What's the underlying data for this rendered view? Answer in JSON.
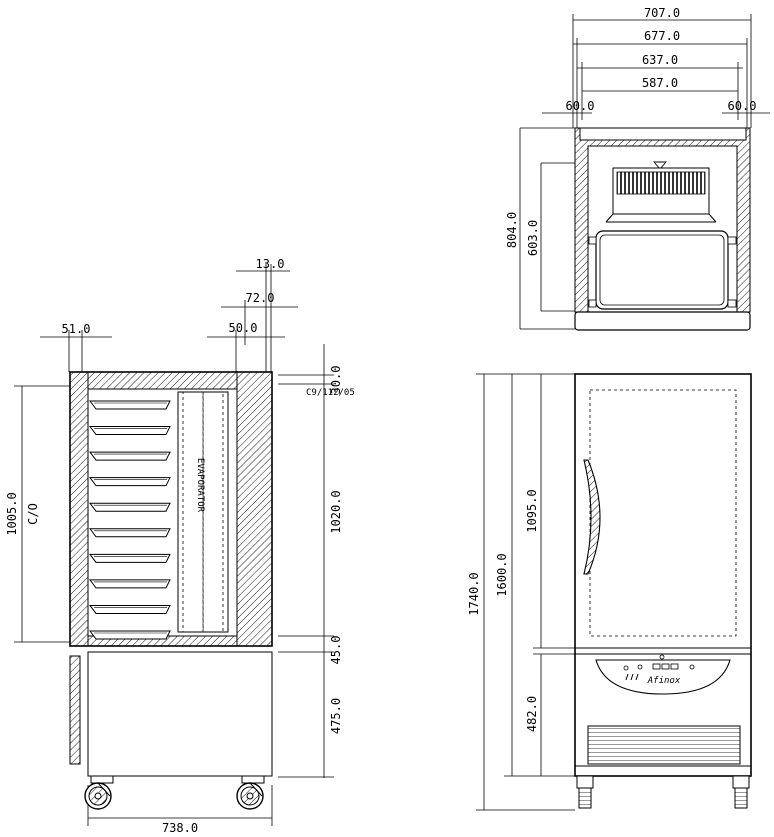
{
  "top_view": {
    "dims": {
      "overall_width": "707.0",
      "width_677": "677.0",
      "width_637": "637.0",
      "width_587": "587.0",
      "left_offset": "60.0",
      "right_offset": "60.0",
      "depth": "804.0",
      "inner_depth": "603.0"
    }
  },
  "side_view": {
    "dims": {
      "wall_51": "51.0",
      "gap_13": "13.0",
      "width_72": "72.0",
      "width_50": "50.0",
      "top_30": "30.0",
      "cutout_height": "1005.0",
      "cutout_label": "C/O",
      "cabinet_height": "1020.0",
      "separator": "45.0",
      "base_height": "475.0",
      "overall_width": "738.0"
    },
    "evaporator_label": "EVAPORATOR",
    "part_code": "C9/112/05",
    "tray_count": 10
  },
  "front_view": {
    "dims": {
      "overall_height": "1740.0",
      "body_height": "1600.0",
      "door_height": "1095.0",
      "panel_height": "482.0"
    },
    "panel_logo": "Afinox"
  }
}
